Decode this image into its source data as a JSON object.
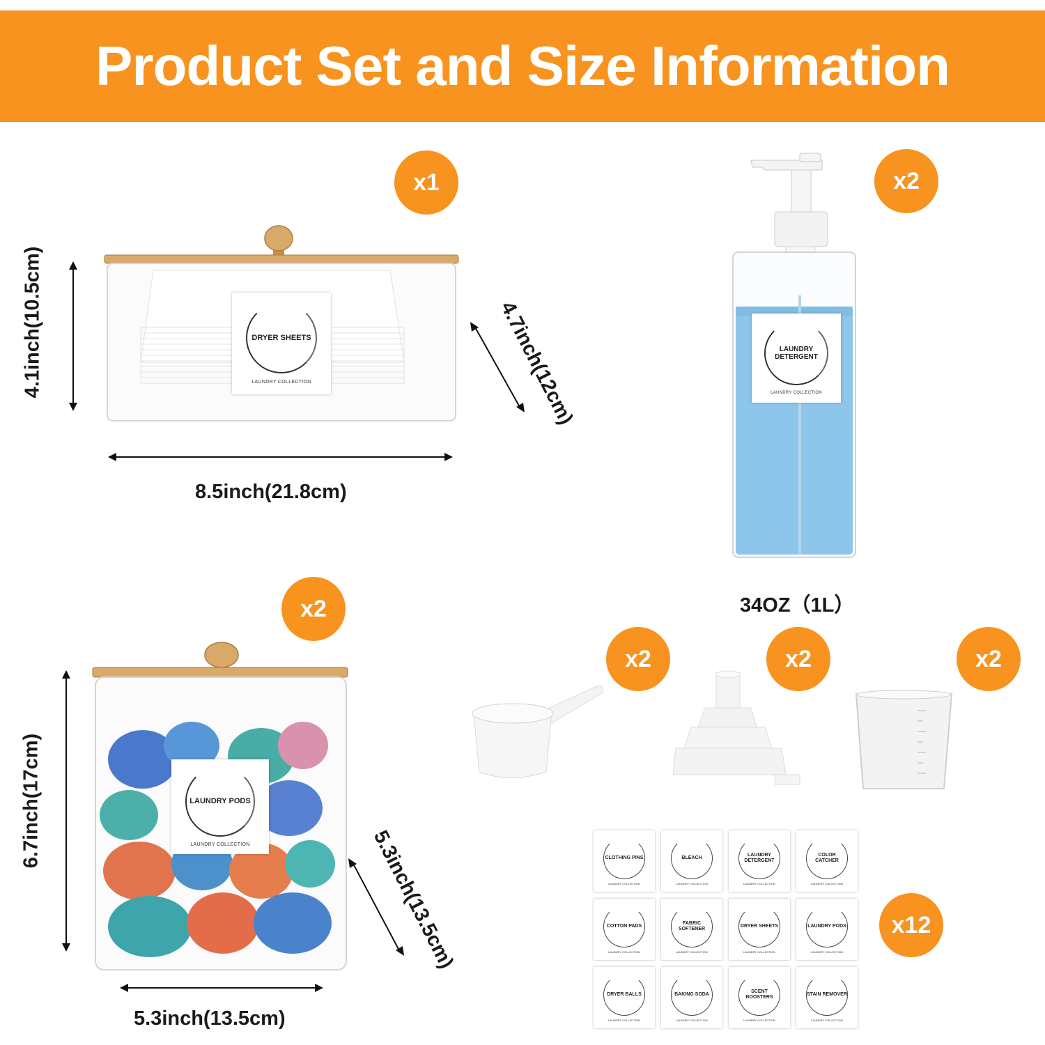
{
  "title": "Product Set and Size Information",
  "colors": {
    "accent": "#f7931e",
    "lid_wood": "#d9a96a",
    "liquid": "#8ec5ea"
  },
  "label_collection": "LAUNDRY COLLECTION",
  "box": {
    "quantity": "x1",
    "label": "DRYER SHEETS",
    "height": "4.1inch(10.5cm)",
    "depth": "4.7inch(12cm)",
    "width": "8.5inch(21.8cm)"
  },
  "bottle": {
    "quantity": "x2",
    "label": "LAUNDRY DETERGENT",
    "volume": "34OZ（1L）"
  },
  "jar": {
    "quantity": "x2",
    "label": "LAUNDRY PODS",
    "height": "6.7inch(17cm)",
    "depth": "5.3inch(13.5cm)",
    "width": "5.3inch(13.5cm)"
  },
  "accessories": {
    "scoop_quantity": "x2",
    "funnel_quantity": "x2",
    "cup_quantity": "x2"
  },
  "labels_set": {
    "quantity": "x12",
    "items": [
      "CLOTHING PINS",
      "BLEACH",
      "LAUNDRY DETERGENT",
      "COLOR CATCHER",
      "COTTON PADS",
      "FABRIC SOFTENER",
      "DRYER SHEETS",
      "LAUNDRY PODS",
      "DRYER BALLS",
      "BAKING SODA",
      "SCENT BOOSTERS",
      "STAIN REMOVER"
    ]
  }
}
